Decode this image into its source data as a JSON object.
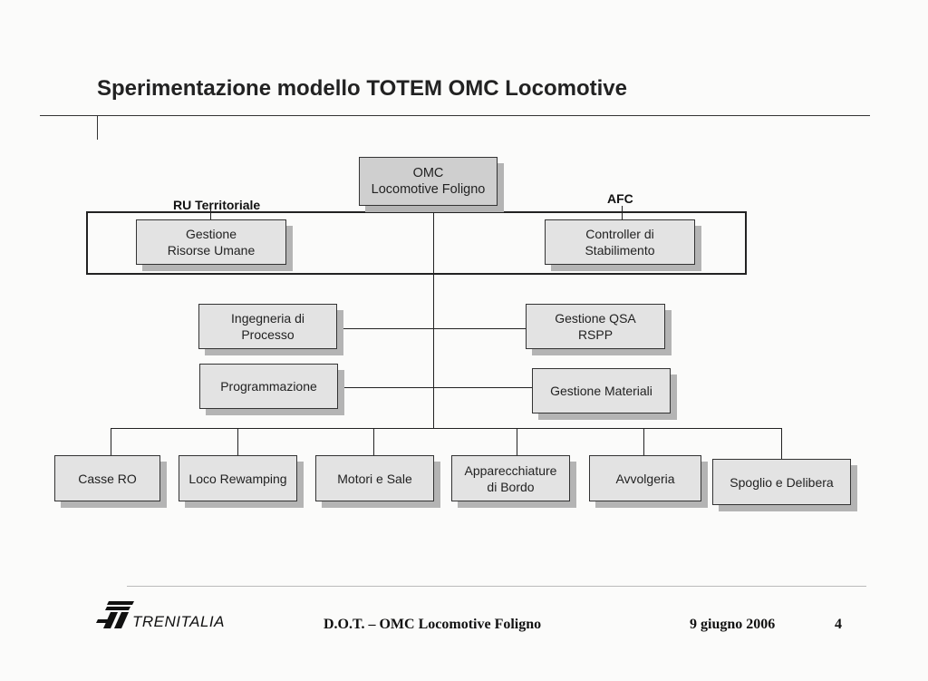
{
  "title": "Sperimentazione  modello TOTEM OMC Locomotive",
  "org": {
    "root": "OMC\nLocomotive Foligno",
    "group_labels": {
      "left": "RU Territoriale",
      "right": "AFC"
    },
    "staff_group": [
      "Gestione\nRisorse Umane",
      "Controller di\nStabilimento"
    ],
    "staff_left": [
      "Ingegneria di\nProcesso",
      "Programmazione"
    ],
    "staff_right": [
      "Gestione QSA\nRSPP",
      "Gestione Materiali"
    ],
    "units": [
      "Casse RO",
      "Loco Rewamping",
      "Motori e Sale",
      "Apparecchiature\ndi Bordo",
      "Avvolgeria",
      "Spoglio e Delibera"
    ]
  },
  "footer": {
    "brand": "TRENITALIA",
    "center": "D.O.T. – OMC Locomotive Foligno",
    "date": "9 giugno 2006",
    "page": "4"
  }
}
